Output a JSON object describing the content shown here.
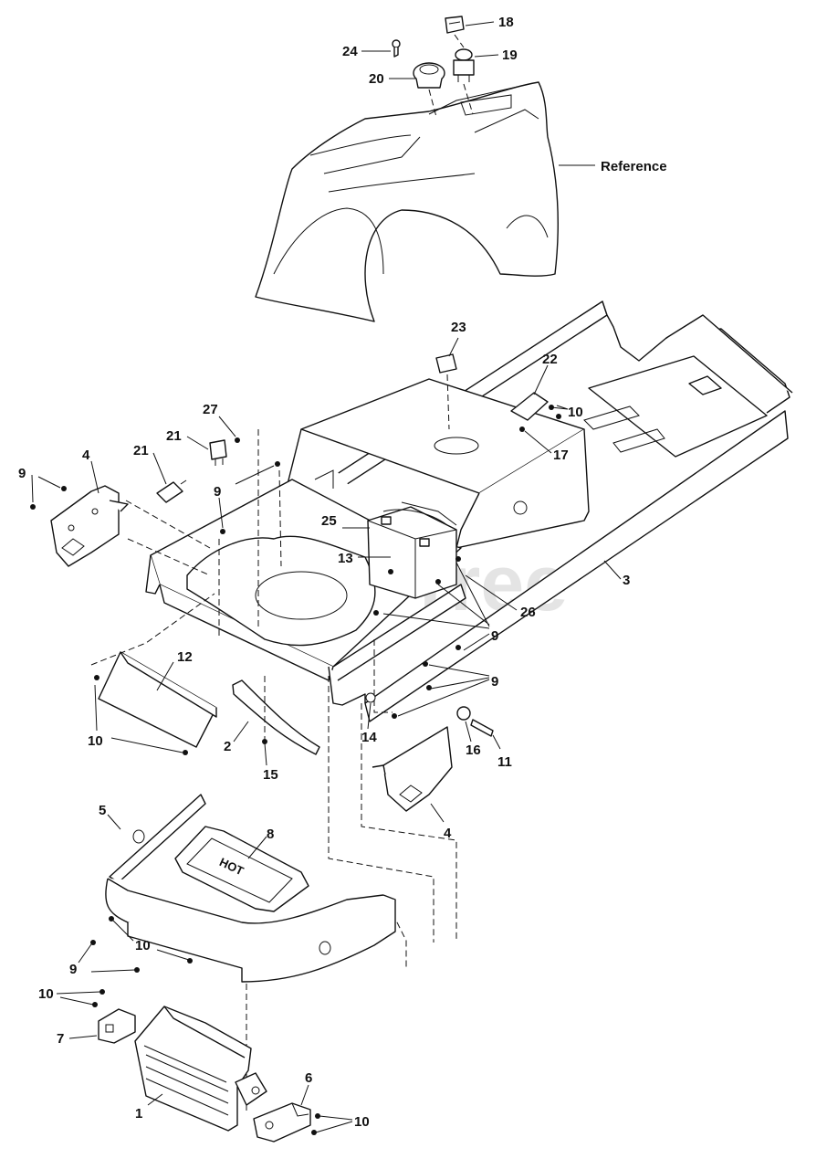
{
  "watermark": "PartsTree",
  "hot_label": "HOT",
  "reference_label": "Reference",
  "callouts": {
    "c18": "18",
    "c19": "19",
    "c24": "24",
    "c20": "20",
    "c23": "23",
    "c22": "22",
    "c10a": "10",
    "c17": "17",
    "c27": "27",
    "c21a": "21",
    "c21b": "21",
    "c4a": "4",
    "c9a": "9",
    "c9b": "9",
    "c25": "25",
    "c13": "13",
    "c3": "3",
    "c26": "26",
    "c9c": "9",
    "c9d": "9",
    "c12": "12",
    "c10b": "10",
    "c2": "2",
    "c15": "15",
    "c14": "14",
    "c16": "16",
    "c11": "11",
    "c4b": "4",
    "c5": "5",
    "c8": "8",
    "c10c": "10",
    "c9e": "9",
    "c10d": "10",
    "c7": "7",
    "c1": "1",
    "c6": "6",
    "c10e": "10"
  }
}
